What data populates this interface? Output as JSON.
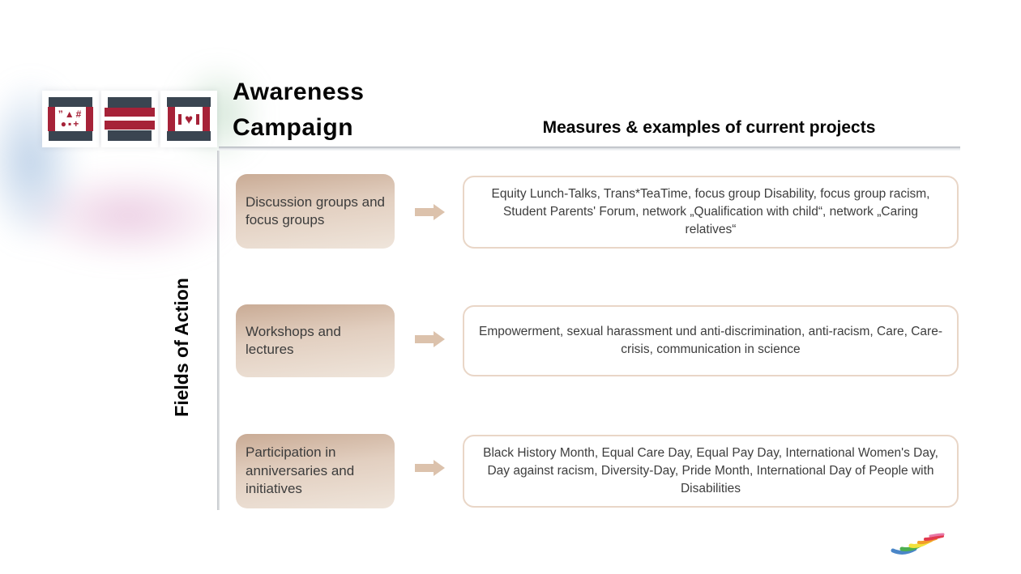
{
  "slide": {
    "title_line1": "Awareness",
    "title_line2": "Campaign",
    "heading": "Measures & examples of current projects",
    "vertical_label": "Fields of Action"
  },
  "logo": {
    "tiles": [
      {
        "name": "symbols-tile",
        "glyphs_top": "”▲#",
        "glyphs_bottom": "●▪+"
      },
      {
        "name": "stripes-tile"
      },
      {
        "name": "heart-tile",
        "heart_glyph": "♥"
      }
    ]
  },
  "icons": {
    "row_arrow": "right-block-arrow-icon",
    "footer": "rainbow-swoosh-icon"
  },
  "colors": {
    "logo_red": "#a62238",
    "logo_navy": "#3a4551",
    "field_box_gradient_top": "#c9ab95",
    "field_box_gradient_bottom": "#efe5db",
    "examples_box_border": "#e9d6c7",
    "arrow": "#dcc2ac"
  },
  "rows": [
    {
      "field": "Discussion groups and focus groups",
      "examples": "Equity Lunch-Talks, Trans*TeaTime, focus group Disability, focus group racism, Student Parents' Forum, network „Qualification with child“, network „Caring relatives“"
    },
    {
      "field": "Workshops and lectures",
      "examples": "Empowerment, sexual harassment und anti-discrimination, anti-racism, Care, Care-crisis, communication in science"
    },
    {
      "field": "Participation in anniversaries and initiatives",
      "examples": "Black History Month, Equal Care Day, Equal Pay Day, International Women's Day, Day against racism, Diversity-Day, Pride Month, International Day of People with Disabilities"
    }
  ]
}
